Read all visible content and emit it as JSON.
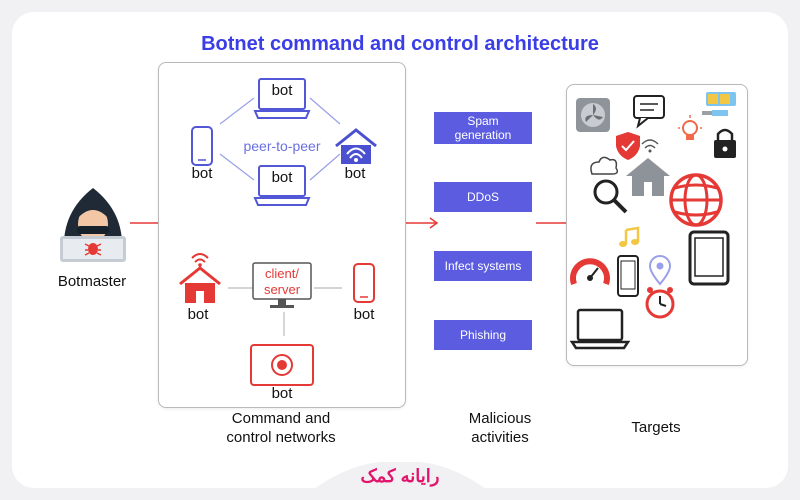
{
  "title": "Botnet command and control architecture",
  "botmaster": {
    "label": "Botmaster"
  },
  "p2p": {
    "label": "peer-to-peer",
    "bots": [
      "bot",
      "bot",
      "bot",
      "bot"
    ]
  },
  "client_server": {
    "label_line1": "client/",
    "label_line2": "server",
    "bots": [
      "bot",
      "bot",
      "bot"
    ]
  },
  "activities": [
    {
      "line1": "Spam",
      "line2": "generation"
    },
    {
      "line1": "DDoS",
      "line2": ""
    },
    {
      "line1": "Infect systems",
      "line2": ""
    },
    {
      "line1": "Phishing",
      "line2": ""
    }
  ],
  "captions": {
    "networks_line1": "Command and",
    "networks_line2": "control networks",
    "malicious_line1": "Malicious",
    "malicious_line2": "activities",
    "targets": "Targets"
  },
  "brand": "رایانه کمک",
  "colors": {
    "accent": "#3b3ee6",
    "activity": "#5b5ce0",
    "red": "#e53935",
    "blue": "#5157d6"
  }
}
